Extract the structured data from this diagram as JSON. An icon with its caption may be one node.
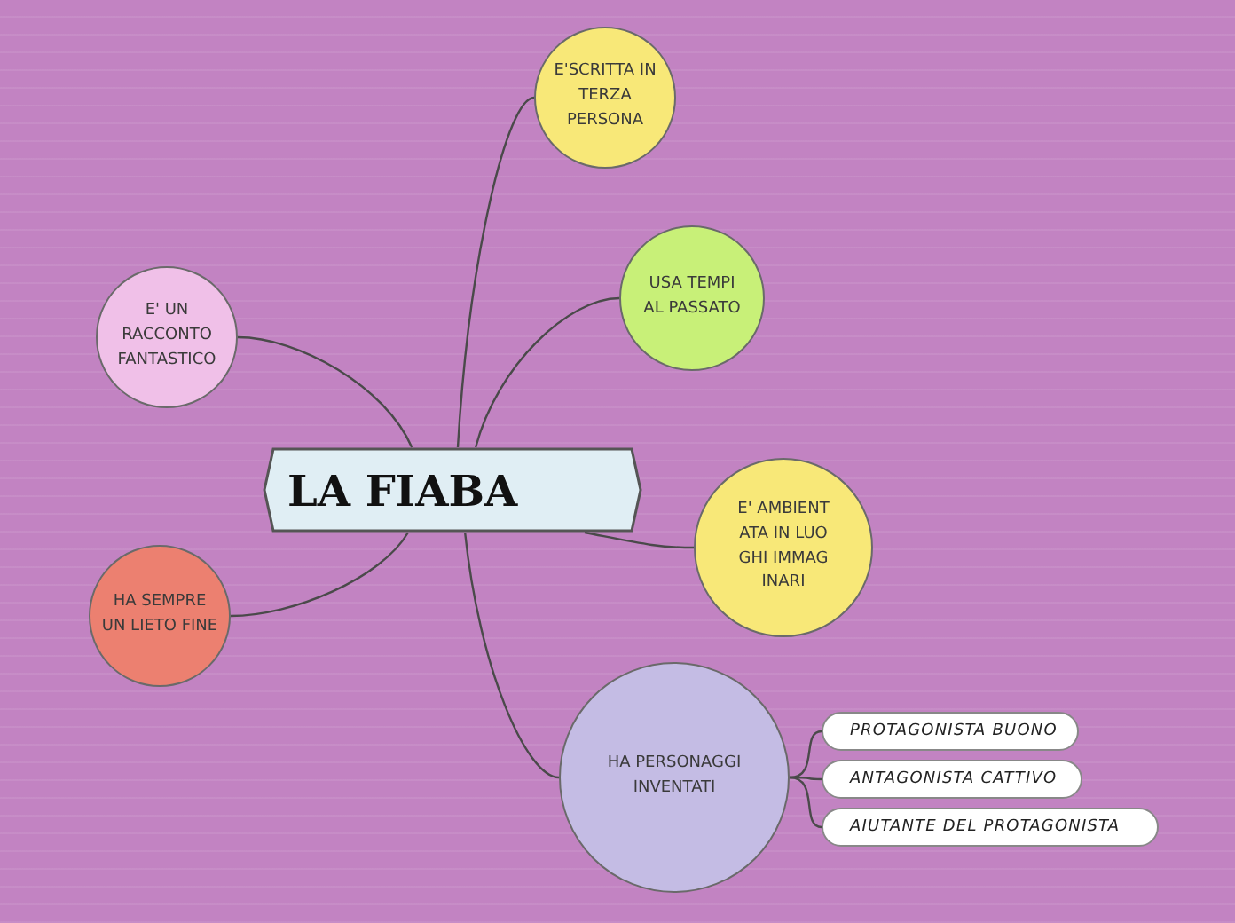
{
  "diagram": {
    "nodes": [
      {
        "text": [
          "LA FIABA"
        ]
      },
      {
        "text": [
          "E' UN RACCONTO FANTASTICO"
        ]
      },
      {
        "text": [
          "HA SEMPRE UN LIETO FINE"
        ]
      },
      {
        "text": [
          "E'SCRITTA IN TERZA PERSONA"
        ]
      },
      {
        "text": [
          "USA TEMPI AL PASSATO"
        ]
      },
      {
        "text": [
          "E' AMBIENTATA IN LUOGHI IMMAGINARI"
        ]
      },
      {
        "text": [
          "HA PERSONAGGI INVENTATI"
        ]
      },
      {
        "text": [
          "PROTAGONISTA BUONO"
        ]
      },
      {
        "text": [
          "ANTAGONISTA CATTIVO"
        ]
      },
      {
        "text": [
          "AIUTANTE DEL PROTAGONISTA"
        ]
      }
    ],
    "edges": [
      {
        "from": 0,
        "to": 3,
        "arrow": "none"
      },
      {
        "from": 0,
        "to": 1,
        "arrow": "none"
      },
      {
        "from": 0,
        "to": 4,
        "arrow": "none"
      },
      {
        "from": 0,
        "to": 5,
        "arrow": "none"
      },
      {
        "from": 0,
        "to": 2,
        "arrow": "none"
      },
      {
        "from": 0,
        "to": 6,
        "arrow": "none"
      },
      {
        "from": 6,
        "to": 7,
        "arrow": "none"
      },
      {
        "from": 6,
        "to": 8,
        "arrow": "none"
      },
      {
        "from": 6,
        "to": 9,
        "arrow": "none"
      }
    ]
  }
}
